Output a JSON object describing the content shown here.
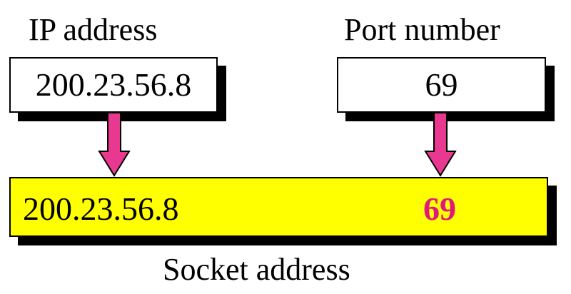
{
  "ip": {
    "label": "IP address",
    "value": "200.23.56.8"
  },
  "port": {
    "label": "Port number",
    "value": "69"
  },
  "socket": {
    "label": "Socket address",
    "ip_value": "200.23.56.8",
    "port_value": "69"
  },
  "colors": {
    "socket_fill": "#ffff00",
    "arrow_fill": "#e8388f",
    "port_highlight": "#e0197d",
    "shadow": "#000000"
  }
}
